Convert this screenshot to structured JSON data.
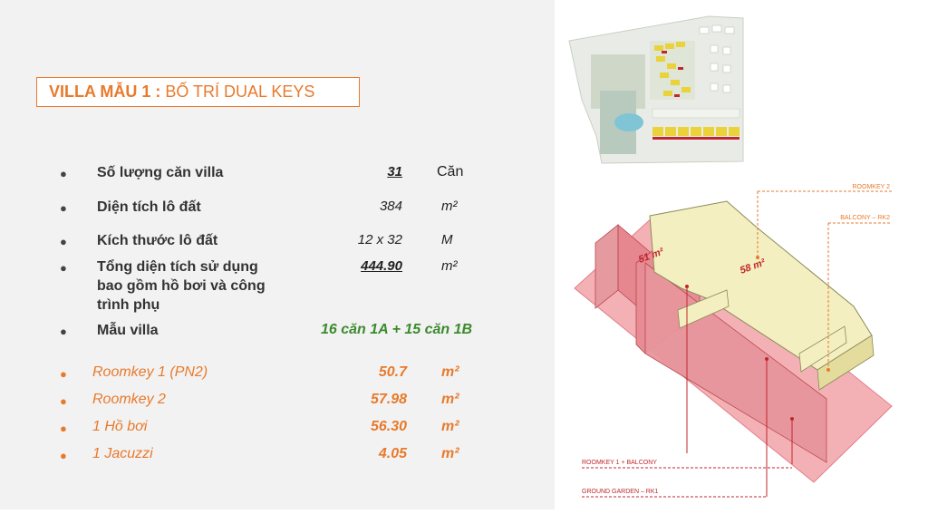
{
  "title": {
    "bold": "VILLA MẪU 1 :",
    "normal": " BỐ TRÍ DUAL KEYS"
  },
  "specs": [
    {
      "bullet": "●",
      "label": "Số lượng căn villa",
      "value": "31",
      "unit": "Căn"
    },
    {
      "bullet": "●",
      "label": "Diện tích lô đất",
      "value": "384",
      "unit": "m²"
    },
    {
      "bullet": "●",
      "label": "Kích thước lô đất",
      "value": "12 x 32",
      "unit": "M"
    },
    {
      "bullet": "●",
      "label_lines": [
        "Tổng diện tích sử dụng",
        "bao gồm hồ bơi và công",
        "trình phụ"
      ],
      "value": "444.90",
      "unit": "m²"
    },
    {
      "bullet": "●",
      "label": "Mẫu villa",
      "value": "16 căn 1A + 15 căn 1B"
    }
  ],
  "areas": [
    {
      "bullet": "●",
      "label": "Roomkey 1 (PN2)",
      "value": "50.7",
      "unit": "m²"
    },
    {
      "bullet": "●",
      "label": "Roomkey 2",
      "value": "57.98",
      "unit": "m²"
    },
    {
      "bullet": "●",
      "label": "1 Hồ bơi",
      "value": "56.30",
      "unit": "m²"
    },
    {
      "bullet": "●",
      "label": "1 Jacuzzi",
      "value": "4.05",
      "unit": "m²"
    }
  ],
  "diagram": {
    "labels": {
      "roomkey2": "ROOMKEY 2",
      "balcony_rk2": "BALCONY – RK2",
      "area_51": "51 m²",
      "area_58": "58 m²",
      "roomkey1_balcony": "ROOMKEY 1 + BALCONY",
      "ground_garden": "GROUND GARDEN – RK1"
    },
    "colors": {
      "accent": "#e87a2c",
      "red": "#c0272d",
      "pink": "#f4a6ab",
      "yellow": "#f2eebc"
    }
  }
}
